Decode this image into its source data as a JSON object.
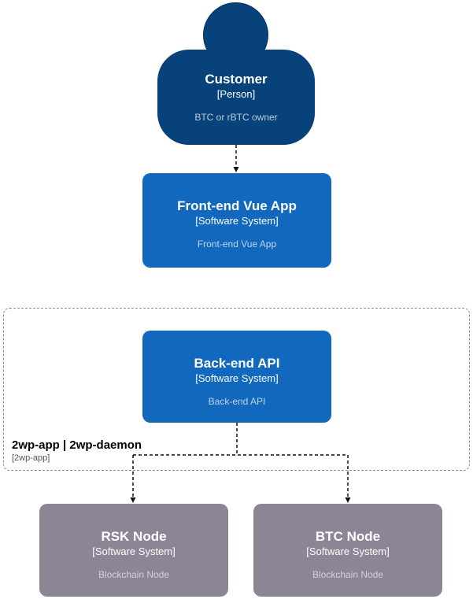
{
  "diagram": {
    "nodes": {
      "customer": {
        "title": "Customer",
        "subtitle": "[Person]",
        "description": "BTC or rBTC owner"
      },
      "frontend": {
        "title": "Front-end Vue App",
        "subtitle": "[Software System]",
        "description": "Front-end Vue App"
      },
      "backend": {
        "title": "Back-end API",
        "subtitle": "[Software System]",
        "description": "Back-end API"
      },
      "rsk": {
        "title": "RSK Node",
        "subtitle": "[Software System]",
        "description": "Blockchain Node"
      },
      "btc": {
        "title": "BTC Node",
        "subtitle": "[Software System]",
        "description": "Blockchain Node"
      }
    },
    "boundary": {
      "title": "2wp-app | 2wp-daemon",
      "subtitle": "[2wp-app]"
    },
    "colors": {
      "person_fill": "#08427b",
      "system_fill": "#1168bd",
      "node_fill": "#8b8595",
      "boundary_border": "#8a8a8a",
      "connector": "#111111"
    }
  }
}
